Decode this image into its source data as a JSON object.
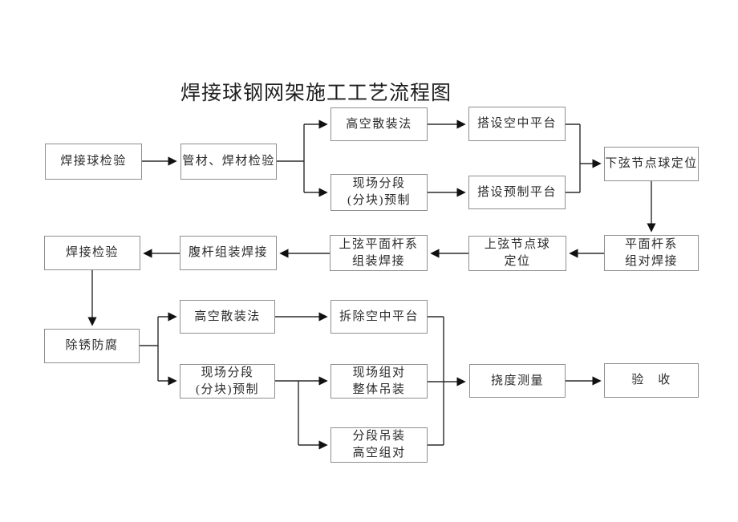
{
  "title": "焊接球钢网架施工工艺流程图",
  "colors": {
    "background": "#ffffff",
    "box_border": "#8f8f8f",
    "line": "#2b2b2b",
    "text": "#2a2a2a"
  },
  "nodes": {
    "weld_ball_inspection": "焊接球检验",
    "pipe_weld_material_inspection": "管材、焊材检验",
    "high_altitude_bulk_method_top": "高空散装法",
    "erect_aerial_platform": "搭设空中平台",
    "site_segment_prefab_top": "现场分段\n(分块)预制",
    "erect_prefab_platform": "搭设预制平台",
    "lower_chord_node_ball_positioning": "下弦节点球定位",
    "plane_rod_system_pair_welding": "平面杆系\n组对焊接",
    "upper_chord_node_ball_positioning": "上弦节点球\n定位",
    "upper_chord_plane_rod_assembly_welding": "上弦平面杆系\n组装焊接",
    "web_rod_assembly_welding": "腹杆组装焊接",
    "welding_inspection": "焊接检验",
    "derust_anticorrosion": "除锈防腐",
    "high_altitude_bulk_method_bottom": "高空散装法",
    "dismantle_aerial_platform": "拆除空中平台",
    "site_segment_prefab_bottom": "现场分段\n(分块)预制",
    "site_assembly_whole_hoisting": "现场组对\n整体吊装",
    "segment_hoisting_high_altitude_assembly": "分段吊装\n高空组对",
    "deflection_measurement": "挠度测量",
    "acceptance": "验　收"
  }
}
